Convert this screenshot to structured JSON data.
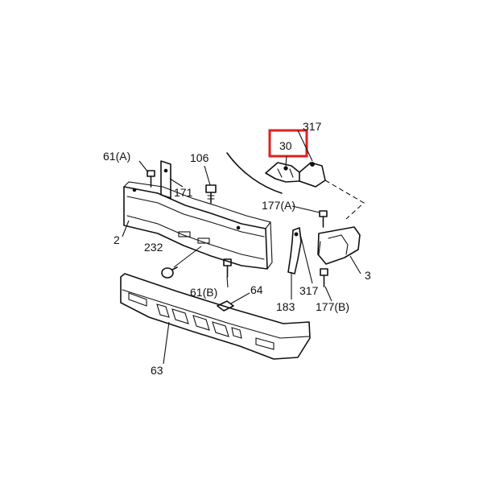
{
  "highlight_color": "#e02020",
  "line_color": "#111111",
  "callouts": {
    "c317_top": "317",
    "c30": "30",
    "c61a": "61(A)",
    "c106": "106",
    "c171": "171",
    "c177a": "177(A)",
    "c2": "2",
    "c232": "232",
    "c3": "3",
    "c61b": "61(B)",
    "c64": "64",
    "c317_bottom": "317",
    "c183": "183",
    "c177b": "177(B)",
    "c63": "63"
  }
}
